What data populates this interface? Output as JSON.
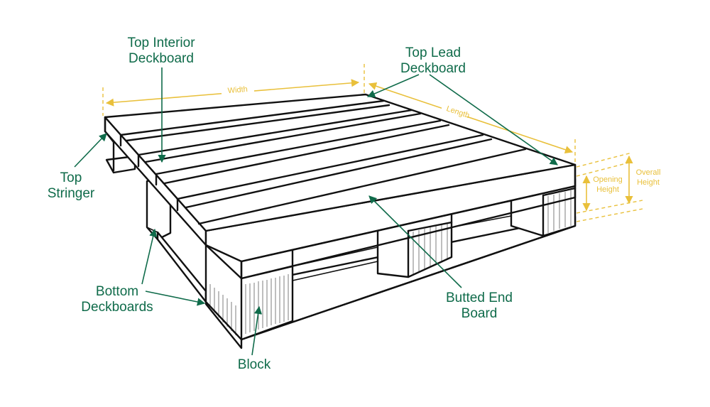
{
  "labels": {
    "top_interior_line1": "Top Interior",
    "top_interior_line2": "Deckboard",
    "top_lead_line1": "Top Lead",
    "top_lead_line2": "Deckboard",
    "top_stringer_line1": "Top",
    "top_stringer_line2": "Stringer",
    "bottom_deckboards_line1": "Bottom",
    "bottom_deckboards_line2": "Deckboards",
    "butted_end_line1": "Butted End",
    "butted_end_line2": "Board",
    "block": "Block"
  },
  "dimensions": {
    "width": "Width",
    "length": "Length",
    "opening_height_line1": "Opening",
    "opening_height_line2": "Height",
    "overall_height_line1": "Overall",
    "overall_height_line2": "Height"
  },
  "colors": {
    "label_green": "#0f6b4a",
    "dimension_yellow": "#e9c03b",
    "outline": "#111111"
  }
}
